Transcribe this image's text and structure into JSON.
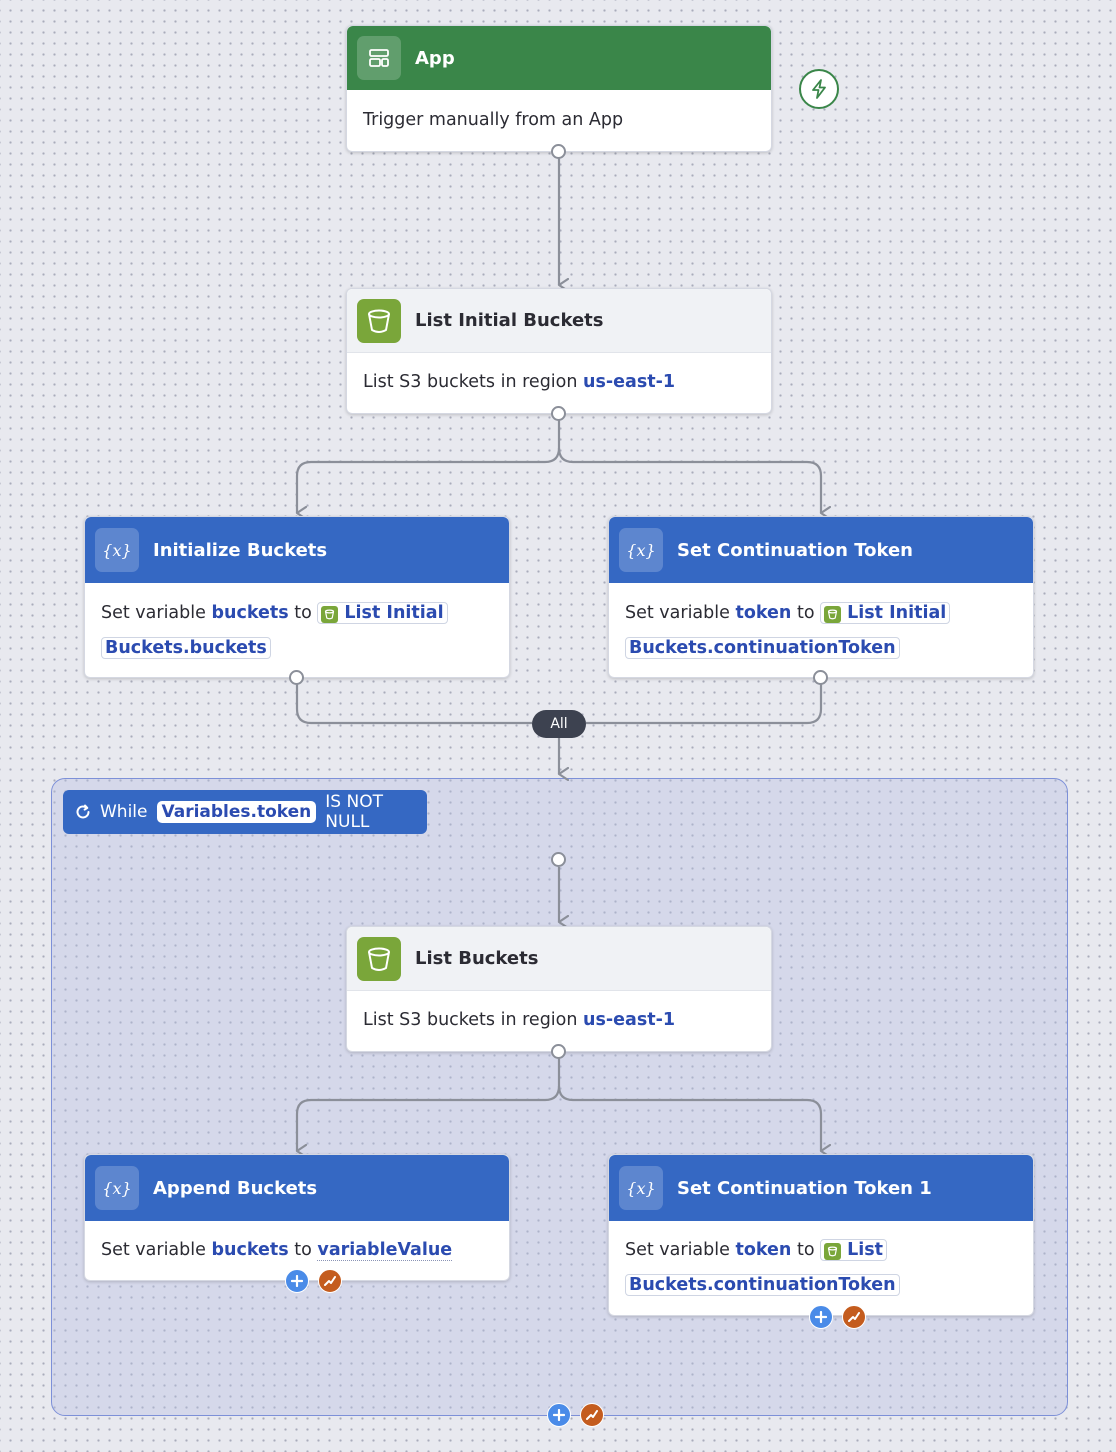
{
  "trigger": {
    "title": "App",
    "description": "Trigger manually from an App",
    "icon": "app-layout-icon"
  },
  "list_initial": {
    "title": "List Initial Buckets",
    "text_prefix": "List S3 buckets in region",
    "region": "us-east-1",
    "icon": "s3-bucket-icon"
  },
  "init_buckets": {
    "title": "Initialize Buckets",
    "icon_glyph": "{x}",
    "text_prefix": "Set variable",
    "variable": "buckets",
    "text_to": "to",
    "ref_line1": "List Initial",
    "ref_line2": "Buckets.buckets"
  },
  "set_token": {
    "title": "Set Continuation Token",
    "icon_glyph": "{x}",
    "text_prefix": "Set variable",
    "variable": "token",
    "text_to": "to",
    "ref_line1": "List Initial",
    "ref_line2": "Buckets.continuationToken"
  },
  "join": {
    "label": "All"
  },
  "loop": {
    "keyword": "While",
    "variable_ref": "Variables.token",
    "condition": "IS NOT NULL"
  },
  "list_buckets": {
    "title": "List Buckets",
    "text_prefix": "List S3 buckets in region",
    "region": "us-east-1",
    "icon": "s3-bucket-icon"
  },
  "append_buckets": {
    "title": "Append Buckets",
    "icon_glyph": "{x}",
    "text_prefix": "Set variable",
    "variable": "buckets",
    "text_to": "to",
    "value": "variableValue"
  },
  "set_token_1": {
    "title": "Set Continuation Token 1",
    "icon_glyph": "{x}",
    "text_prefix": "Set variable",
    "variable": "token",
    "text_to": "to",
    "ref_line1": "List",
    "ref_line2": "Buckets.continuationToken"
  },
  "colors": {
    "trigger_green": "#3a8649",
    "action_blue": "#3568c3",
    "aws_green": "#7aa63a",
    "link_blue": "#2b4bb0",
    "add_button": "#4a8be8",
    "plane_button": "#c45c1e"
  }
}
